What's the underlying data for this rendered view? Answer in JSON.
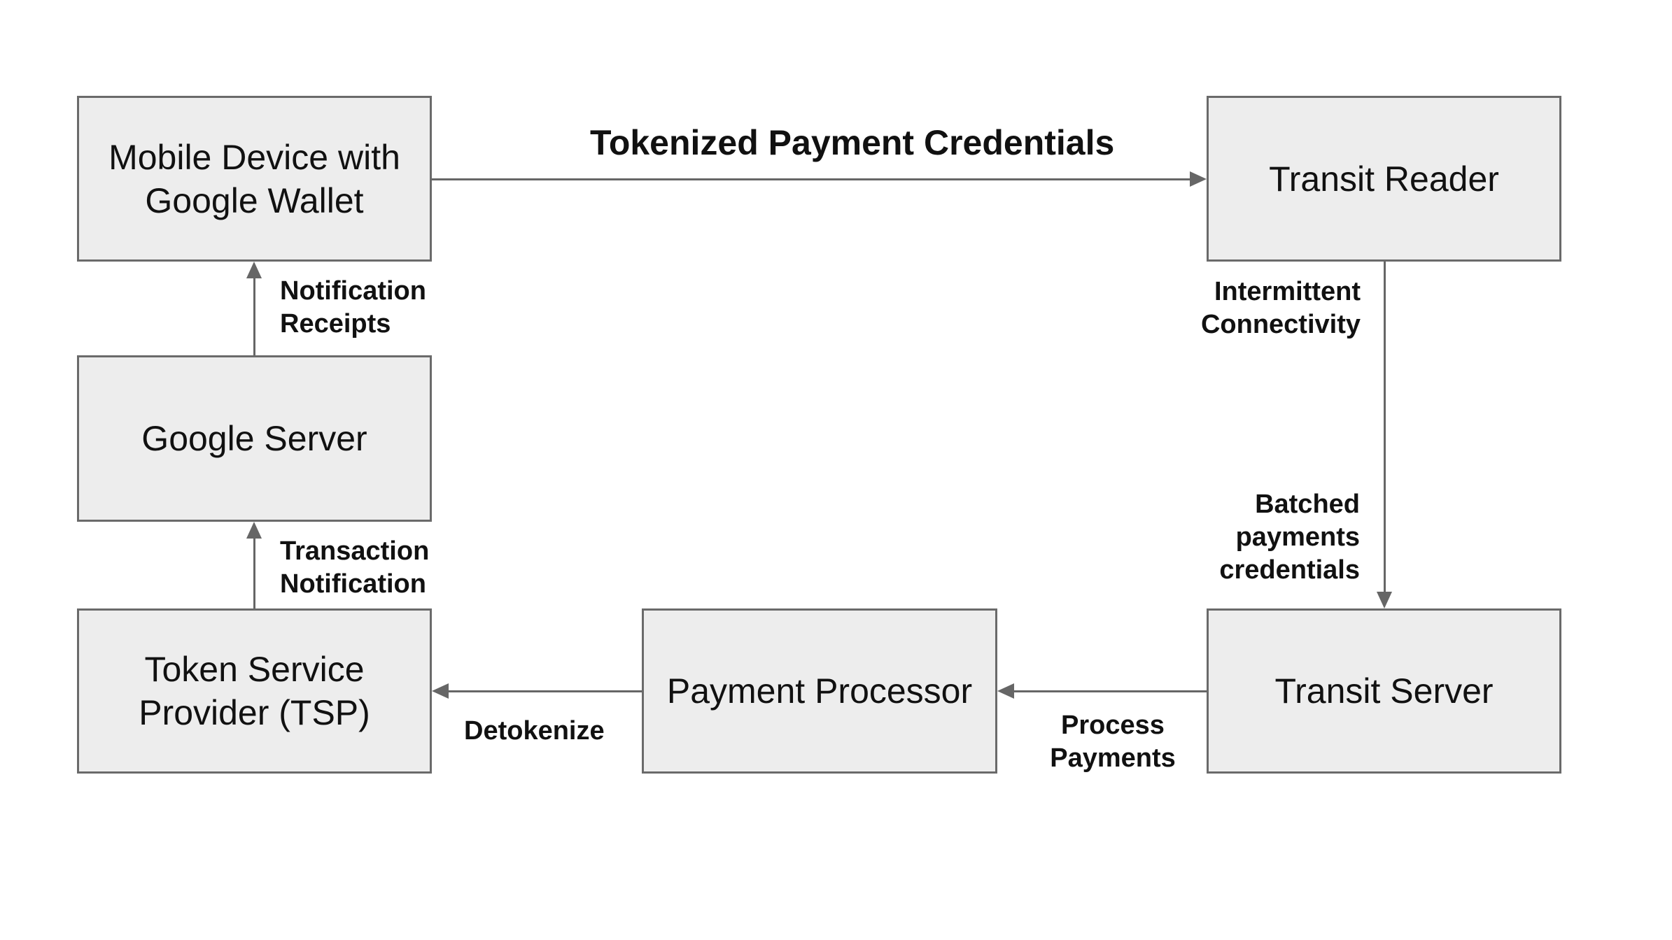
{
  "diagram": {
    "title_label": "Tokenized Payment Credentials",
    "colors": {
      "background": "#ffffff",
      "box_fill": "#ededed",
      "box_border": "#6a6a6a",
      "arrow": "#666666",
      "text": "#111111"
    },
    "nodes": {
      "mobile": {
        "label": "Mobile Device with\nGoogle Wallet"
      },
      "google": {
        "label": "Google Server"
      },
      "tsp": {
        "label": "Token Service\nProvider (TSP)"
      },
      "pp": {
        "label": "Payment Processor"
      },
      "reader": {
        "label": "Transit Reader"
      },
      "tserver": {
        "label": "Transit Server"
      }
    },
    "edges": {
      "tokenized": {
        "from": "mobile",
        "to": "reader",
        "label": "Tokenized Payment Credentials"
      },
      "receipts": {
        "from": "google",
        "to": "mobile",
        "label": "Notification\nReceipts"
      },
      "transaction": {
        "from": "tsp",
        "to": "google",
        "label": "Transaction\nNotification"
      },
      "connectivity": {
        "from": "reader",
        "to": "tserver",
        "label_top": "Intermittent\nConnectivity",
        "label_bottom": "Batched\npayments\ncredentials"
      },
      "process": {
        "from": "tserver",
        "to": "pp",
        "label": "Process\nPayments"
      },
      "detokenize": {
        "from": "pp",
        "to": "tsp",
        "label": "Detokenize"
      }
    }
  }
}
